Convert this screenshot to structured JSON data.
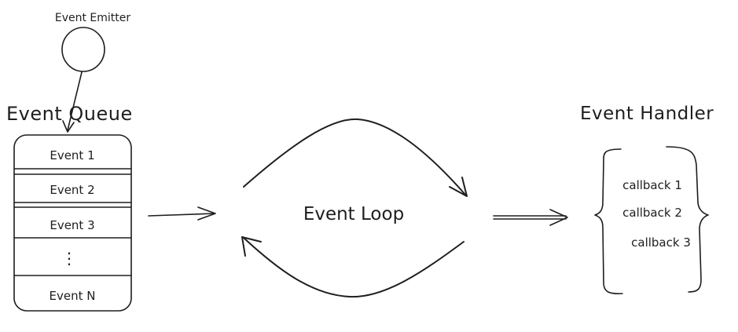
{
  "emitter": {
    "label": "Event Emitter"
  },
  "queue": {
    "title": "Event Queue",
    "items": [
      "Event 1",
      "Event 2",
      "Event 3",
      "⋮",
      "Event N"
    ]
  },
  "loop": {
    "label": "Event Loop"
  },
  "handler": {
    "title": "Event Handler",
    "callbacks": [
      "callback 1",
      "callback 2",
      "callback 3"
    ]
  },
  "colors": {
    "ink": "#1e1e1e",
    "background": "#ffffff"
  }
}
